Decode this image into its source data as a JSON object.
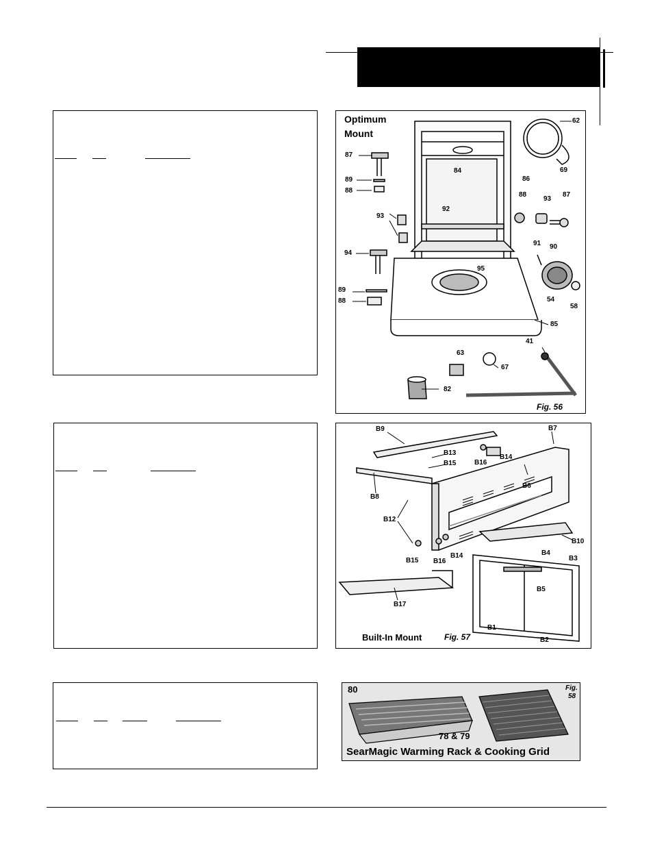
{
  "fig56": {
    "title_line1": "Optimum",
    "title_line2": "Mount",
    "fig_label": "Fig. 56",
    "parts": [
      "62",
      "69",
      "87",
      "89",
      "88",
      "84",
      "86",
      "88",
      "93",
      "87",
      "92",
      "93",
      "91",
      "90",
      "94",
      "95",
      "89",
      "54",
      "58",
      "88",
      "85",
      "41",
      "63",
      "67",
      "82"
    ]
  },
  "fig57": {
    "caption": "Built-In Mount",
    "fig_label": "Fig. 57",
    "parts": [
      "B9",
      "B7",
      "B13",
      "B15",
      "B16",
      "B14",
      "B8",
      "B6",
      "B12",
      "B10",
      "B15",
      "B16",
      "B14",
      "B4",
      "B3",
      "B5",
      "B17",
      "B1",
      "B2"
    ]
  },
  "fig58": {
    "fig_label_line1": "Fig.",
    "fig_label_line2": "58",
    "caption": "SearMagic Warming Rack & Cooking Grid",
    "part_rack": "80",
    "part_grid": "78 & 79"
  }
}
